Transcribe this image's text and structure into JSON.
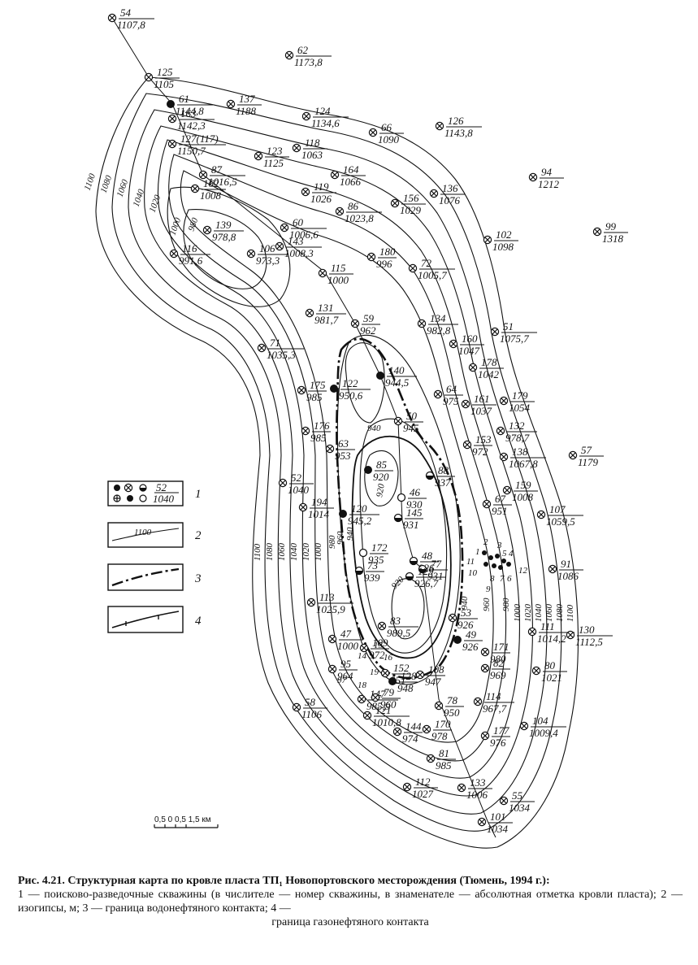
{
  "caption": {
    "title": "Рис. 4.21. Структурная карта по кровле пласта ТП₁ Новопортовского месторождения (Тюмень, 1994 г.):",
    "description": "1 — поисково-разведочные скважины (в числителе — номер скважины, в знаменателе — абсолютная отметка кровли пласта); 2 — изогипсы, м; 3 — граница водонефтяного контакта; 4 —",
    "description_last": "граница газонефтяного контакта"
  },
  "legend": {
    "items": [
      {
        "num": "1",
        "sample_label": "52",
        "sample_value": "1040"
      },
      {
        "num": "2",
        "sample_label": "1100"
      },
      {
        "num": "3"
      },
      {
        "num": "4"
      }
    ]
  },
  "scale_bar": {
    "label": "0,5 0 0,5  1,5 км"
  },
  "isolines": {
    "west_labels": [
      "1100",
      "1080",
      "1060",
      "1040",
      "1020",
      "1000",
      "980"
    ],
    "southwest_labels": [
      "1100",
      "1080",
      "1060",
      "1040",
      "1020",
      "1000",
      "980",
      "960",
      "940"
    ],
    "east_labels": [
      "940",
      "960",
      "980",
      "1000",
      "1020",
      "1040",
      "1060",
      "1080",
      "1100"
    ],
    "inner_labels": [
      "940",
      "920",
      "920"
    ]
  },
  "wells": [
    {
      "num": "54",
      "elev": "1107,8",
      "sym": "x"
    },
    {
      "num": "62",
      "elev": "1173,8",
      "sym": "x"
    },
    {
      "num": "125",
      "elev": "1105",
      "sym": "x"
    },
    {
      "num": "61",
      "elev": "1144,8",
      "sym": "filled"
    },
    {
      "num": "137",
      "elev": "1188",
      "sym": "x"
    },
    {
      "num": "124",
      "elev": "1134,6",
      "sym": "x"
    },
    {
      "num": "163",
      "elev": "1142,3",
      "sym": "x"
    },
    {
      "num": "66",
      "elev": "1090",
      "sym": "x"
    },
    {
      "num": "126",
      "elev": "1143,8",
      "sym": "x"
    },
    {
      "num": "127(117)",
      "elev": "1150,7",
      "sym": "x"
    },
    {
      "num": "118",
      "elev": "1063",
      "sym": "x"
    },
    {
      "num": "123",
      "elev": "1125",
      "sym": "x"
    },
    {
      "num": "87",
      "elev": "1016,5",
      "sym": "x"
    },
    {
      "num": "164",
      "elev": "1066",
      "sym": "x"
    },
    {
      "num": "94",
      "elev": "1212",
      "sym": "x"
    },
    {
      "num": "162",
      "elev": "1008",
      "sym": "x"
    },
    {
      "num": "119",
      "elev": "1026",
      "sym": "x"
    },
    {
      "num": "136",
      "elev": "1076",
      "sym": "x"
    },
    {
      "num": "156",
      "elev": "1029",
      "sym": "x"
    },
    {
      "num": "86",
      "elev": "1023,8",
      "sym": "x"
    },
    {
      "num": "60",
      "elev": "1006,6",
      "sym": "x"
    },
    {
      "num": "139",
      "elev": "978,8",
      "sym": "x"
    },
    {
      "num": "102",
      "elev": "1098",
      "sym": "x"
    },
    {
      "num": "99",
      "elev": "1318",
      "sym": "x"
    },
    {
      "num": "116",
      "elev": "991,6",
      "sym": "x"
    },
    {
      "num": "106",
      "elev": "973,3",
      "sym": "x"
    },
    {
      "num": "143",
      "elev": "1008,3",
      "sym": "x"
    },
    {
      "num": "180",
      "elev": "996",
      "sym": "x"
    },
    {
      "num": "72",
      "elev": "1005,7",
      "sym": "x"
    },
    {
      "num": "115",
      "elev": "1000",
      "sym": "x"
    },
    {
      "num": "131",
      "elev": "981,7",
      "sym": "x"
    },
    {
      "num": "59",
      "elev": "962",
      "sym": "x"
    },
    {
      "num": "134",
      "elev": "982,8",
      "sym": "x"
    },
    {
      "num": "160",
      "elev": "1047",
      "sym": "x"
    },
    {
      "num": "51",
      "elev": "1075,7",
      "sym": "x"
    },
    {
      "num": "71",
      "elev": "1035,3",
      "sym": "x"
    },
    {
      "num": "140",
      "elev": "944,5",
      "sym": "filled"
    },
    {
      "num": "178",
      "elev": "1042",
      "sym": "x"
    },
    {
      "num": "122",
      "elev": "950,6",
      "sym": "filled"
    },
    {
      "num": "64",
      "elev": "975",
      "sym": "x"
    },
    {
      "num": "175",
      "elev": "985",
      "sym": "x"
    },
    {
      "num": "161",
      "elev": "1037",
      "sym": "x"
    },
    {
      "num": "179",
      "elev": "1054",
      "sym": "x"
    },
    {
      "num": "50",
      "elev": "945",
      "sym": "x"
    },
    {
      "num": "176",
      "elev": "985",
      "sym": "x"
    },
    {
      "num": "132",
      "elev": "978,7",
      "sym": "x"
    },
    {
      "num": "138",
      "elev": "1067,8",
      "sym": "x"
    },
    {
      "num": "57",
      "elev": "1179",
      "sym": "x"
    },
    {
      "num": "63",
      "elev": "953",
      "sym": "x"
    },
    {
      "num": "85",
      "elev": "920",
      "sym": "filled"
    },
    {
      "num": "88",
      "elev": "937",
      "sym": "half"
    },
    {
      "num": "153",
      "elev": "972",
      "sym": "x"
    },
    {
      "num": "52",
      "elev": "1040",
      "sym": "x"
    },
    {
      "num": "159",
      "elev": "1008",
      "sym": "x"
    },
    {
      "num": "46",
      "elev": "930",
      "sym": "open"
    },
    {
      "num": "194",
      "elev": "1014",
      "sym": "x"
    },
    {
      "num": "145",
      "elev": "931",
      "sym": "half"
    },
    {
      "num": "67",
      "elev": "951",
      "sym": "x"
    },
    {
      "num": "107",
      "elev": "1059,5",
      "sym": "x"
    },
    {
      "num": "120",
      "elev": "945,2",
      "sym": "filled"
    },
    {
      "num": "172",
      "elev": "935",
      "sym": "open"
    },
    {
      "num": "48",
      "elev": "926",
      "sym": "half"
    },
    {
      "num": "77",
      "elev": "931",
      "sym": "half"
    },
    {
      "num": "73",
      "elev": "939",
      "sym": "half"
    },
    {
      "num": "129",
      "elev": "926,7",
      "sym": "half"
    },
    {
      "num": "91",
      "elev": "1086",
      "sym": "x"
    },
    {
      "num": "113",
      "elev": "1025,9",
      "sym": "x"
    },
    {
      "num": "47",
      "elev": "1000",
      "sym": "x"
    },
    {
      "num": "83",
      "elev": "989,5",
      "sym": "x"
    },
    {
      "num": "53",
      "elev": "926",
      "sym": "x"
    },
    {
      "num": "49",
      "elev": "926",
      "sym": "filled"
    },
    {
      "num": "111",
      "elev": "1014,2",
      "sym": "x"
    },
    {
      "num": "130",
      "elev": "1112,5",
      "sym": "x"
    },
    {
      "num": "109",
      "elev": "972",
      "sym": "x"
    },
    {
      "num": "171",
      "elev": "980",
      "sym": "x"
    },
    {
      "num": "95",
      "elev": "964",
      "sym": "x"
    },
    {
      "num": "152",
      "elev": "951",
      "sym": "x"
    },
    {
      "num": "108",
      "elev": "947",
      "sym": "x"
    },
    {
      "num": "82",
      "elev": "969",
      "sym": "x"
    },
    {
      "num": "80",
      "elev": "1021",
      "sym": "x"
    },
    {
      "num": "128",
      "elev": "948",
      "sym": "filled"
    },
    {
      "num": "147",
      "elev": "985,9",
      "sym": "x"
    },
    {
      "num": "79",
      "elev": "960",
      "sym": "x"
    },
    {
      "num": "114",
      "elev": "967,7",
      "sym": "x"
    },
    {
      "num": "78",
      "elev": "950",
      "sym": "x"
    },
    {
      "num": "58",
      "elev": "1106",
      "sym": "x"
    },
    {
      "num": "121",
      "elev": "1010,8",
      "sym": "x"
    },
    {
      "num": "144",
      "elev": "974",
      "sym": "x"
    },
    {
      "num": "170",
      "elev": "978",
      "sym": "x"
    },
    {
      "num": "177",
      "elev": "976",
      "sym": "x"
    },
    {
      "num": "104",
      "elev": "1009,4",
      "sym": "x"
    },
    {
      "num": "81",
      "elev": "985",
      "sym": "x"
    },
    {
      "num": "112",
      "elev": "1027",
      "sym": "x"
    },
    {
      "num": "133",
      "elev": "1006",
      "sym": "x"
    },
    {
      "num": "55",
      "elev": "1034",
      "sym": "x"
    },
    {
      "num": "101",
      "elev": "1034",
      "sym": "x"
    }
  ],
  "small_labels": [
    "14",
    "15",
    "16",
    "17",
    "18",
    "19",
    "97",
    "1",
    "2",
    "3",
    "4",
    "5",
    "6",
    "7",
    "8",
    "9",
    "10",
    "11",
    "12"
  ]
}
